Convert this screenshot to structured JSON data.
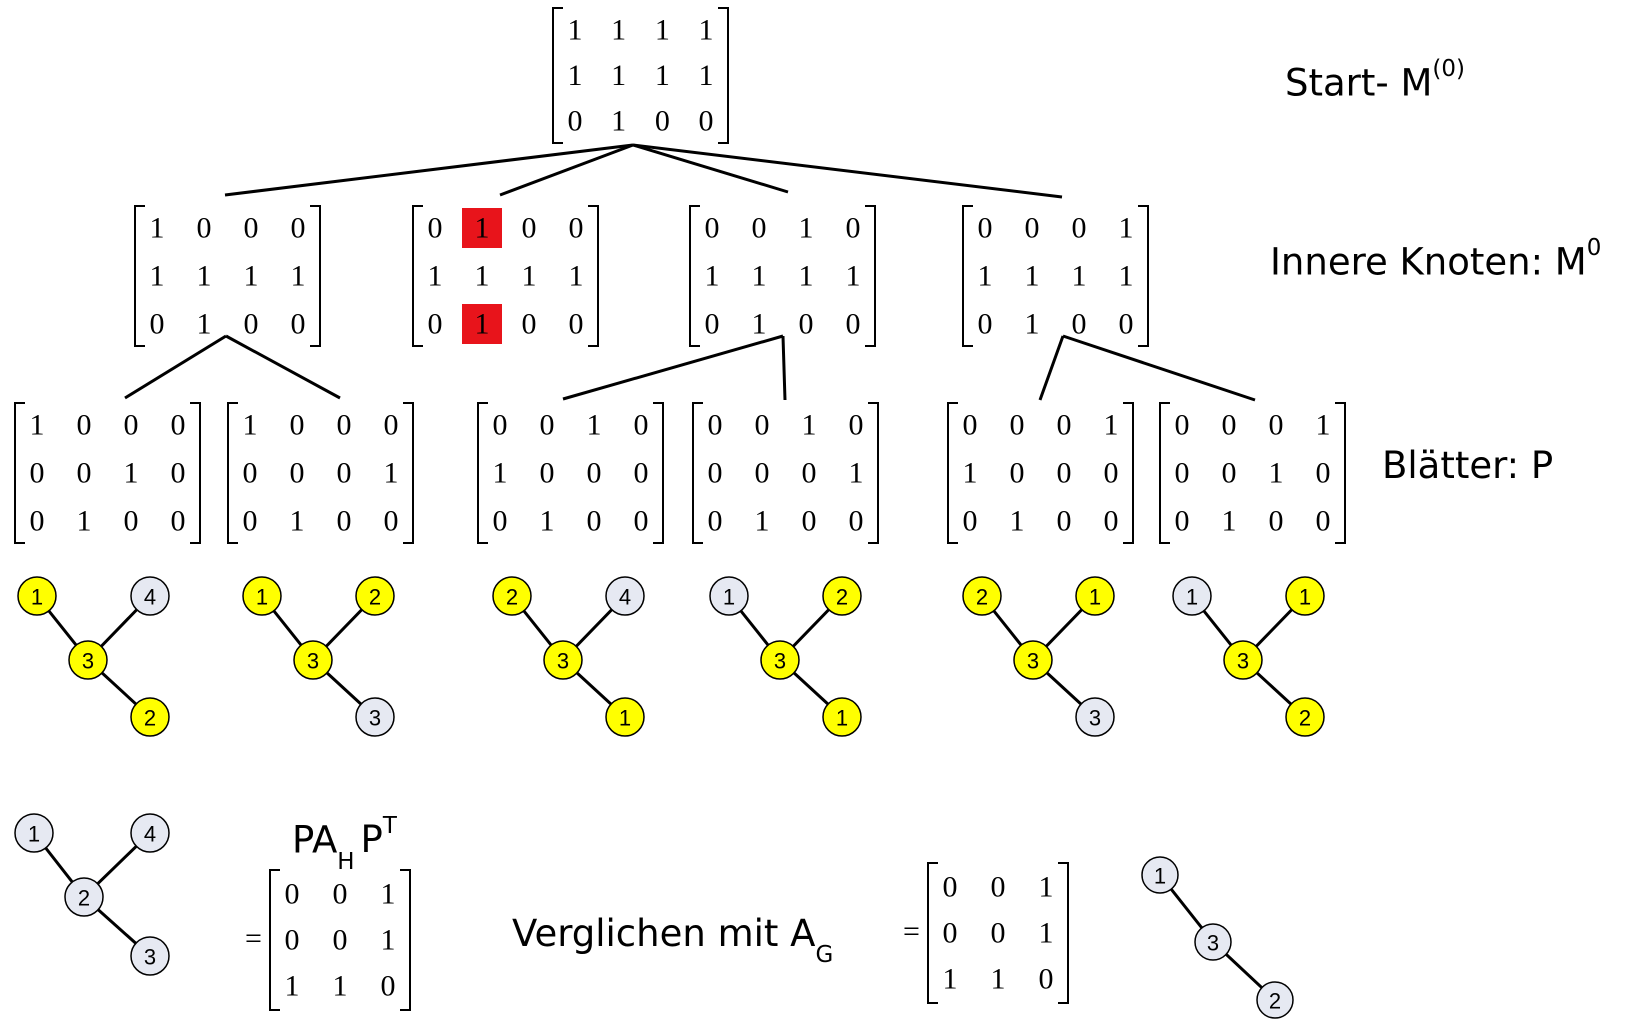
{
  "labels": {
    "start": "Start- M",
    "start_sup": "(0)",
    "inner": "Innere Knoten: M",
    "inner_sup": "0",
    "leaves": "Blätter: P",
    "pah_p": "P",
    "pah_a": "A",
    "pah_h": "H",
    "pah_p2": "P",
    "pah_t": "T",
    "compare": "Verglichen mit A",
    "compare_sub": "G",
    "equals": "="
  },
  "colors": {
    "highlight_cell": "#e8141b",
    "node_yellow": "#ffff00",
    "node_gray": "#e6e9f2",
    "stroke": "#000000"
  },
  "matrices": {
    "root": [
      [
        "1",
        "1",
        "1",
        "1"
      ],
      [
        "1",
        "1",
        "1",
        "1"
      ],
      [
        "0",
        "1",
        "0",
        "0"
      ]
    ],
    "inner": [
      [
        [
          "1",
          "0",
          "0",
          "0"
        ],
        [
          "1",
          "1",
          "1",
          "1"
        ],
        [
          "0",
          "1",
          "0",
          "0"
        ]
      ],
      [
        [
          "0",
          "1",
          "0",
          "0"
        ],
        [
          "1",
          "1",
          "1",
          "1"
        ],
        [
          "0",
          "1",
          "0",
          "0"
        ]
      ],
      [
        [
          "0",
          "0",
          "1",
          "0"
        ],
        [
          "1",
          "1",
          "1",
          "1"
        ],
        [
          "0",
          "1",
          "0",
          "0"
        ]
      ],
      [
        [
          "0",
          "0",
          "0",
          "1"
        ],
        [
          "1",
          "1",
          "1",
          "1"
        ],
        [
          "0",
          "1",
          "0",
          "0"
        ]
      ]
    ],
    "leaves": [
      [
        [
          "1",
          "0",
          "0",
          "0"
        ],
        [
          "0",
          "0",
          "1",
          "0"
        ],
        [
          "0",
          "1",
          "0",
          "0"
        ]
      ],
      [
        [
          "1",
          "0",
          "0",
          "0"
        ],
        [
          "0",
          "0",
          "0",
          "1"
        ],
        [
          "0",
          "1",
          "0",
          "0"
        ]
      ],
      [
        [
          "0",
          "0",
          "1",
          "0"
        ],
        [
          "1",
          "0",
          "0",
          "0"
        ],
        [
          "0",
          "1",
          "0",
          "0"
        ]
      ],
      [
        [
          "0",
          "0",
          "1",
          "0"
        ],
        [
          "0",
          "0",
          "0",
          "1"
        ],
        [
          "0",
          "1",
          "0",
          "0"
        ]
      ],
      [
        [
          "0",
          "0",
          "0",
          "1"
        ],
        [
          "1",
          "0",
          "0",
          "0"
        ],
        [
          "0",
          "1",
          "0",
          "0"
        ]
      ],
      [
        [
          "0",
          "0",
          "0",
          "1"
        ],
        [
          "0",
          "0",
          "1",
          "0"
        ],
        [
          "0",
          "1",
          "0",
          "0"
        ]
      ]
    ],
    "pahpt": [
      [
        "0",
        "0",
        "1"
      ],
      [
        "0",
        "0",
        "1"
      ],
      [
        "1",
        "1",
        "0"
      ]
    ],
    "ag": [
      [
        "0",
        "0",
        "1"
      ],
      [
        "0",
        "0",
        "1"
      ],
      [
        "1",
        "1",
        "0"
      ]
    ]
  },
  "highlighted_cells": [
    {
      "matrix": "inner-2",
      "row": 1,
      "col": 2
    },
    {
      "matrix": "inner-2",
      "row": 3,
      "col": 2
    }
  ],
  "leaf_graphs": [
    {
      "nodes": [
        {
          "label": "1",
          "color": "yellow"
        },
        {
          "label": "4",
          "color": "gray"
        },
        {
          "label": "3",
          "color": "yellow"
        },
        {
          "label": "2",
          "color": "yellow"
        }
      ]
    },
    {
      "nodes": [
        {
          "label": "1",
          "color": "yellow"
        },
        {
          "label": "2",
          "color": "yellow"
        },
        {
          "label": "3",
          "color": "yellow"
        },
        {
          "label": "3",
          "color": "gray"
        }
      ]
    },
    {
      "nodes": [
        {
          "label": "2",
          "color": "yellow"
        },
        {
          "label": "4",
          "color": "gray"
        },
        {
          "label": "3",
          "color": "yellow"
        },
        {
          "label": "1",
          "color": "yellow"
        }
      ]
    },
    {
      "nodes": [
        {
          "label": "1",
          "color": "gray"
        },
        {
          "label": "2",
          "color": "yellow"
        },
        {
          "label": "3",
          "color": "yellow"
        },
        {
          "label": "1",
          "color": "yellow"
        }
      ]
    },
    {
      "nodes": [
        {
          "label": "2",
          "color": "yellow"
        },
        {
          "label": "1",
          "color": "yellow"
        },
        {
          "label": "3",
          "color": "yellow"
        },
        {
          "label": "3",
          "color": "gray"
        }
      ]
    },
    {
      "nodes": [
        {
          "label": "1",
          "color": "gray"
        },
        {
          "label": "1",
          "color": "yellow"
        },
        {
          "label": "3",
          "color": "yellow"
        },
        {
          "label": "2",
          "color": "yellow"
        }
      ]
    }
  ],
  "graph_h": {
    "nodes": [
      {
        "label": "1"
      },
      {
        "label": "4"
      },
      {
        "label": "2"
      },
      {
        "label": "3"
      }
    ]
  },
  "graph_g": {
    "nodes": [
      {
        "label": "1"
      },
      {
        "label": "3"
      },
      {
        "label": "2"
      }
    ]
  }
}
